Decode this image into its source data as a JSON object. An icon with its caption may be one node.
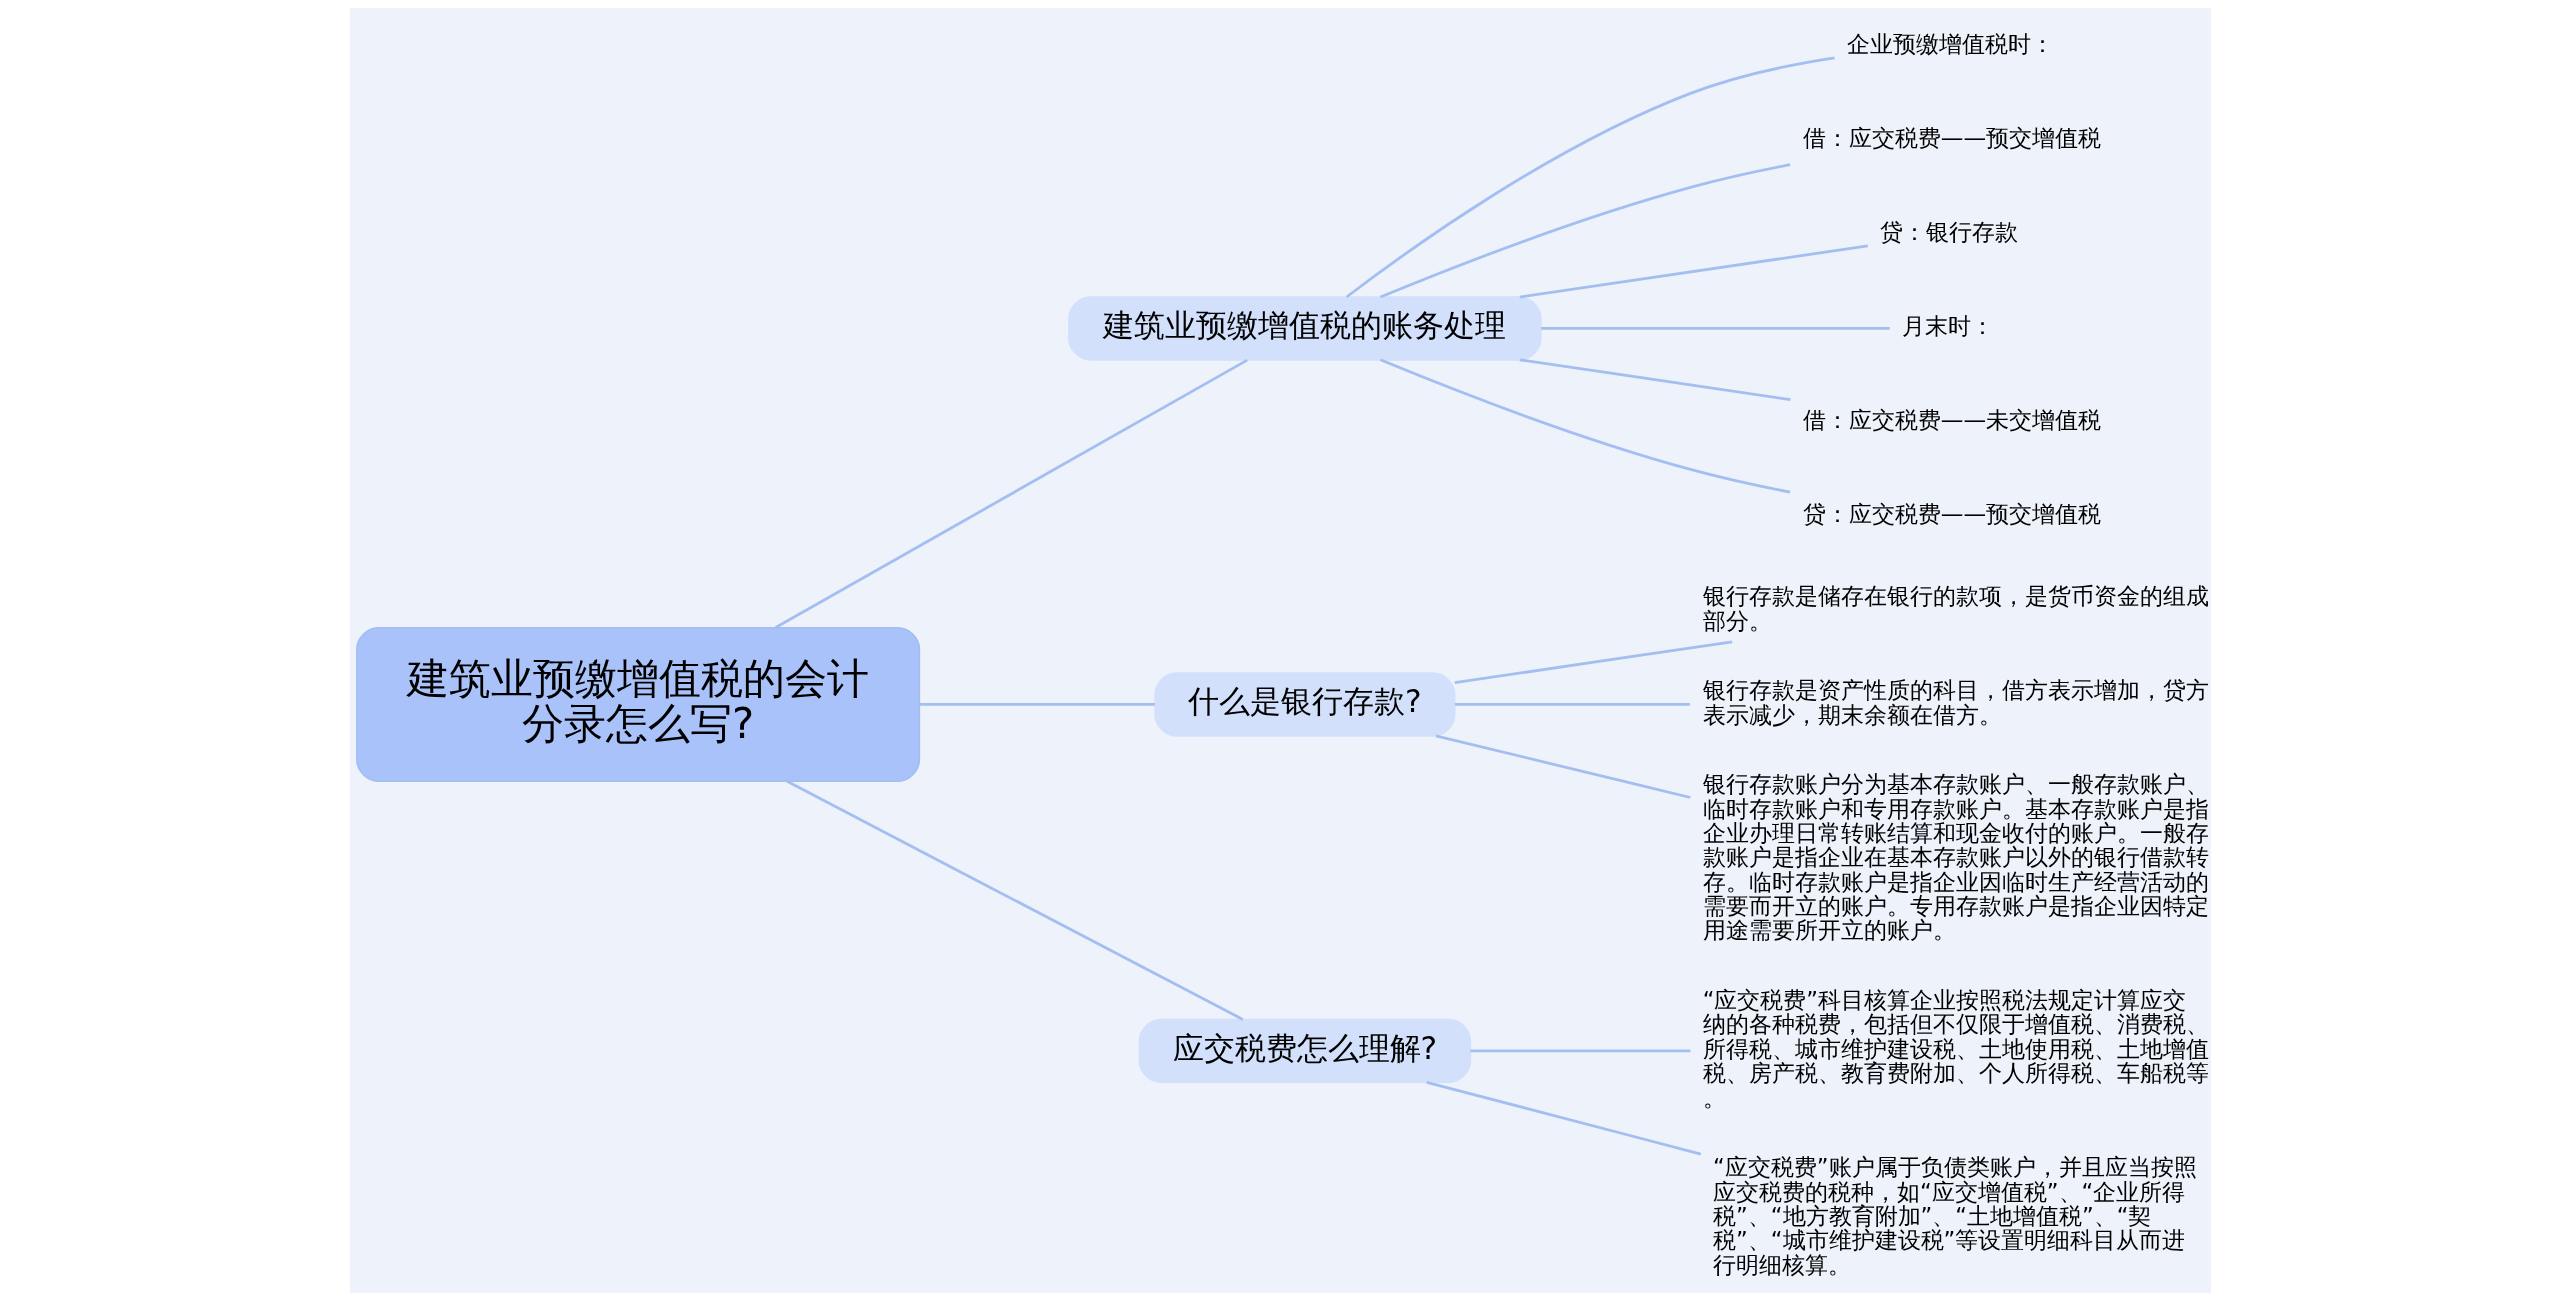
{
  "diagram": {
    "nodes": [
      {
        "text": [
          "建筑业预缴增值税的会计分录怎么写?"
        ]
      },
      {
        "text": [
          "建筑业预缴增值税的账务处理"
        ]
      },
      {
        "text": [
          "企业预缴增值税时："
        ]
      },
      {
        "text": [
          "借：应交税费——预交增值税"
        ]
      },
      {
        "text": [
          "贷：银行存款"
        ]
      },
      {
        "text": [
          "月末时："
        ]
      },
      {
        "text": [
          "借：应交税费——未交增值税"
        ]
      },
      {
        "text": [
          "贷：应交税费——预交增值税"
        ]
      },
      {
        "text": [
          "什么是银行存款?"
        ]
      },
      {
        "text": [
          "银行存款是储存在银行的款项，是货币资金的组成部分。"
        ]
      },
      {
        "text": [
          "银行存款是资产性质的科目，借方表示增加，贷方表示减少，期末余额在借方。"
        ]
      },
      {
        "text": [
          "银行存款账户分为基本存款账户、一般存款账户、临时存款账户和专用存款账户。基本存款账户是指企业办理日常转账结算和现金收付的账户。一般存款账户是指企业在基本存款账户以外的银行借款转存。临时存款账户是指企业因临时生产经营活动的需要而开立的账户。专用存款账户是指企业因特定用途需要所开立的账户。"
        ]
      },
      {
        "text": [
          "应交税费怎么理解?"
        ]
      },
      {
        "text": [
          "“应交税费”科目核算企业按照税法规定计算应交纳的各种税费，包括但不仅限于增值税、消费税、所得税、城市维护建设税、土地使用税、土地增值税、房产税、教育费附加、个人所得税、车船税等。"
        ]
      },
      {
        "text": [
          "“应交税费”账户属于负债类账户，并且应当按照应交税费的税种，如“应交增值税”、“企业所得税”、“地方教育附加”、“土地增值税”、“契税”、“城市维护建设税”等设置明细科目从而进行明细核算。"
        ]
      }
    ],
    "edges": [
      {
        "from": 0,
        "to": 1,
        "arrow": "none"
      },
      {
        "from": 1,
        "to": 2,
        "arrow": "none"
      },
      {
        "from": 1,
        "to": 3,
        "arrow": "none"
      },
      {
        "from": 1,
        "to": 4,
        "arrow": "none"
      },
      {
        "from": 1,
        "to": 5,
        "arrow": "none"
      },
      {
        "from": 1,
        "to": 6,
        "arrow": "none"
      },
      {
        "from": 1,
        "to": 7,
        "arrow": "none"
      },
      {
        "from": 0,
        "to": 8,
        "arrow": "none"
      },
      {
        "from": 8,
        "to": 9,
        "arrow": "none"
      },
      {
        "from": 8,
        "to": 10,
        "arrow": "none"
      },
      {
        "from": 8,
        "to": 11,
        "arrow": "none"
      },
      {
        "from": 0,
        "to": 12,
        "arrow": "none"
      },
      {
        "from": 12,
        "to": 13,
        "arrow": "none"
      },
      {
        "from": 12,
        "to": 14,
        "arrow": "none"
      }
    ]
  }
}
